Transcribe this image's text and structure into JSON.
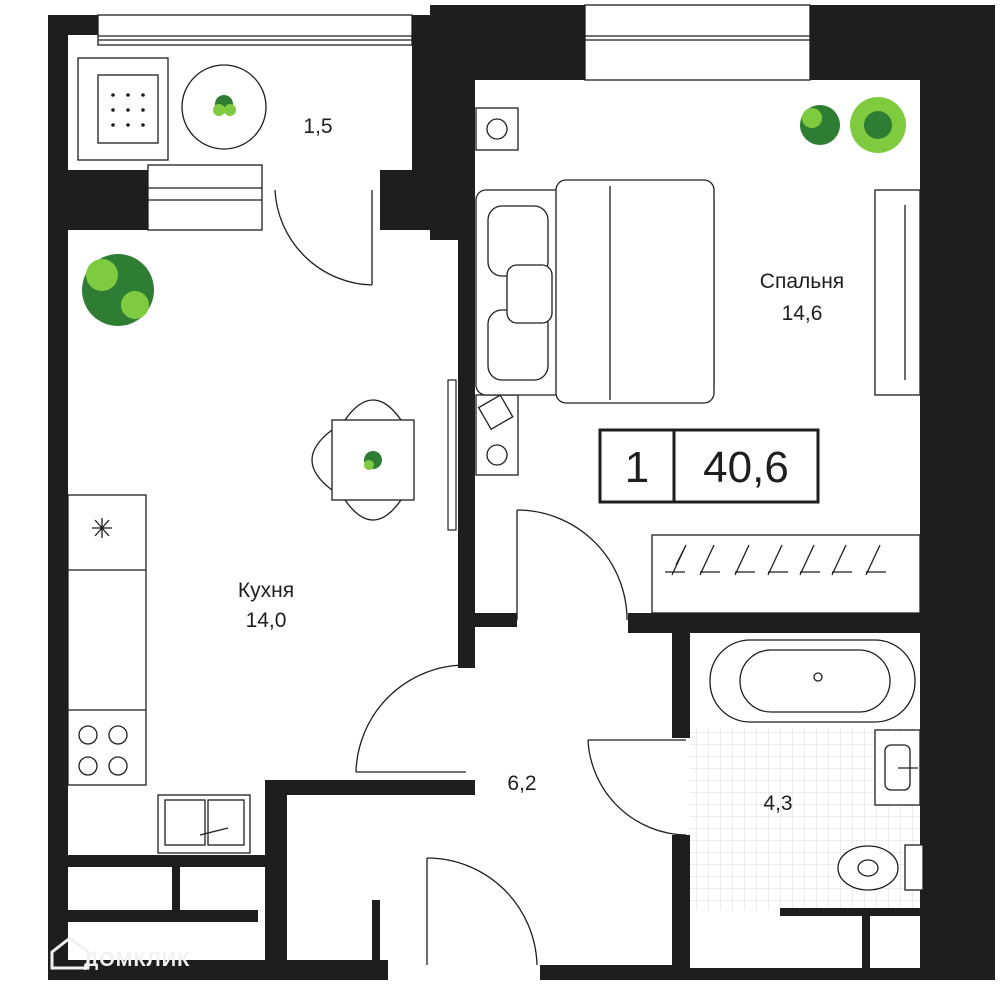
{
  "apartment": {
    "rooms_count": "1",
    "total_area": "40,6"
  },
  "rooms": {
    "balcony": {
      "area": "1,5"
    },
    "bedroom": {
      "name": "Спальня",
      "area": "14,6"
    },
    "kitchen": {
      "name": "Кухня",
      "area": "14,0"
    },
    "hallway": {
      "area": "6,2"
    },
    "bathroom": {
      "area": "4,3"
    }
  },
  "watermark": {
    "text": "ДОМКЛИК"
  },
  "colors": {
    "wall": "#1e1e1e",
    "plant_dark": "#2e7d32",
    "plant_light": "#7ecb3f",
    "tile_grid": "#d9d9d9",
    "background": "#ffffff"
  },
  "icons": [
    "plant-icon",
    "watermark-logo-icon"
  ]
}
